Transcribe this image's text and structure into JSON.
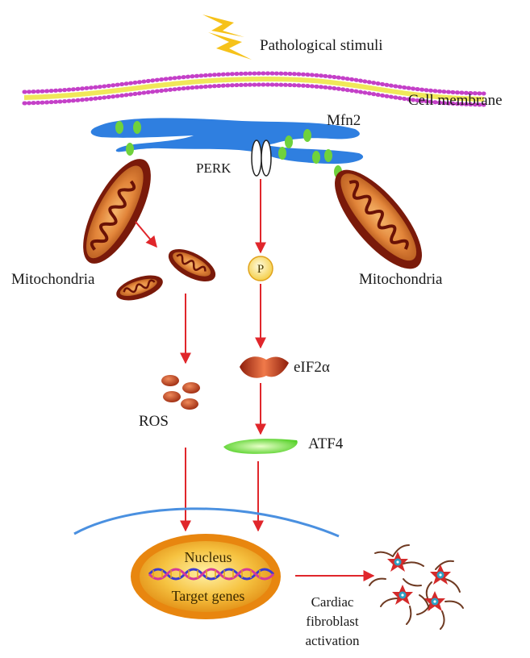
{
  "labels": {
    "stimuli": "Pathological stimuli",
    "membrane": "Cell membrane",
    "mfn2": "Mfn2",
    "perk": "PERK",
    "mito_left": "Mitochondria",
    "mito_right": "Mitochondria",
    "phospho": "P",
    "eif2a": "eIF2α",
    "ros": "ROS",
    "atf4": "ATF4",
    "nucleus": "Nucleus",
    "target_genes": "Target genes",
    "cfa_line1": "Cardiac",
    "cfa_line2": "fibroblast",
    "cfa_line3": "activation"
  },
  "colors": {
    "arrow": "#e0262b",
    "er": "#2f7fe0",
    "mfn2": "#6fd23c",
    "mito": "#7a1a0a",
    "nucleus": "#e8a21f",
    "nuclear_envelope": "#4a90e0",
    "ros": "#c0391b",
    "atf4": "#6ee03a",
    "lightning": "#f6c21a"
  },
  "icons": [
    "lightning-icon",
    "mitochondrion-icon",
    "dna-helix-icon",
    "fibroblast-icon"
  ]
}
